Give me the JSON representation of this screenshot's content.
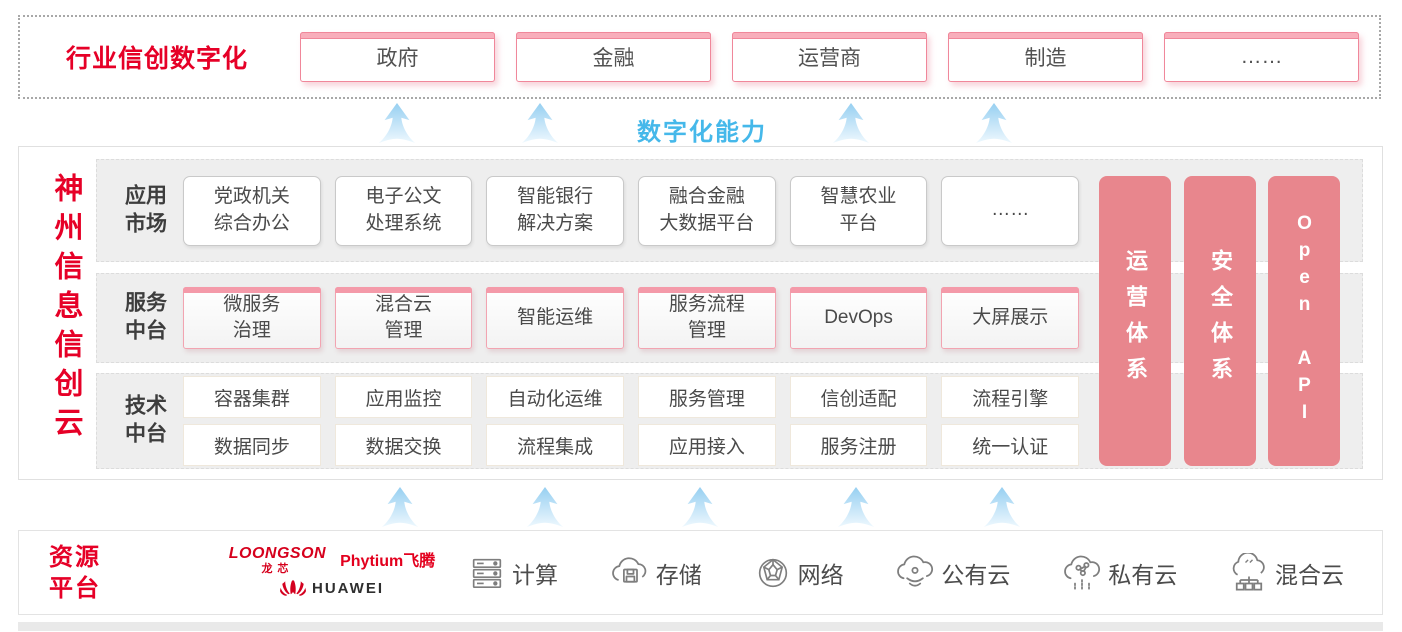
{
  "colors": {
    "brand_red": "#e60027",
    "salmon_bar": "#e8868d",
    "capability_blue": "#45b8ea",
    "pink_border": "#f0879a"
  },
  "top_banner": {
    "title": "行业信创数字化",
    "industries": [
      "政府",
      "金融",
      "运营商",
      "制造",
      "……"
    ]
  },
  "capability": {
    "label": "数字化能力"
  },
  "cloud_platform": {
    "title": "神州信息信创云",
    "app_row": {
      "label": "应用\n市场",
      "items": [
        "党政机关\n综合办公",
        "电子公文\n处理系统",
        "智能银行\n解决方案",
        "融合金融\n大数据平台",
        "智慧农业\n平台",
        "……"
      ]
    },
    "service_row": {
      "label": "服务\n中台",
      "items": [
        "微服务\n治理",
        "混合云\n管理",
        "智能运维",
        "服务流程\n管理",
        "DevOps",
        "大屏展示"
      ]
    },
    "tech_row": {
      "label": "技术\n中台",
      "items_top": [
        "容器集群",
        "应用监控",
        "自动化运维",
        "服务管理",
        "信创适配",
        "流程引擎"
      ],
      "items_bottom": [
        "数据同步",
        "数据交换",
        "流程集成",
        "应用接入",
        "服务注册",
        "统一认证"
      ]
    },
    "side_bars": [
      "运营体系",
      "安全体系",
      "Open API"
    ]
  },
  "resources": {
    "title": "资源\n平台",
    "vendors": {
      "loongson": "LOONGSON",
      "loongson_cn": "龙芯",
      "phytium": "Phytium飞腾",
      "huawei": "HUAWEI"
    },
    "items": [
      {
        "label": "计算"
      },
      {
        "label": "存储"
      },
      {
        "label": "网络"
      },
      {
        "label": "公有云"
      },
      {
        "label": "私有云"
      },
      {
        "label": "混合云"
      }
    ]
  }
}
